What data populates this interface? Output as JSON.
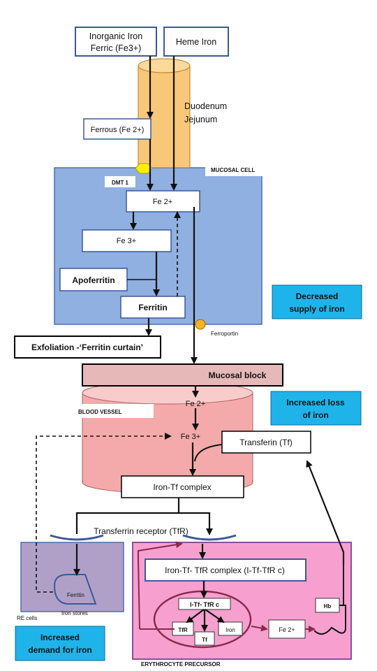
{
  "inputs": {
    "inorganic_line1": "Inorganic Iron",
    "inorganic_line2": "Ferric (Fe3+)",
    "heme": "Heme Iron"
  },
  "duodenum": {
    "line1": "Duodenum",
    "line2": "Jejunum",
    "ferrous": "Ferrous (Fe 2+)"
  },
  "mucosal": {
    "title": "MUCOSAL CELL",
    "dmt1": "DMT 1",
    "fe2": "Fe 2+",
    "fe3": "Fe 3+",
    "apoferritin": "Apoferritin",
    "ferritin": "Ferritin",
    "ferroportin": "Ferroportin",
    "exfoliation": "Exfoliation -‘Ferritin curtain’"
  },
  "callouts": {
    "decreased_supply_line1": "Decreased",
    "decreased_supply_line2": "supply of iron",
    "increased_loss_line1": "Increased loss",
    "increased_loss_line2": "of iron",
    "increased_demand_line1": "Increased",
    "increased_demand_line2": "demand for iron"
  },
  "mucosal_block": "Mucosal block",
  "blood": {
    "title": "BLOOD VESSEL",
    "fe2": "Fe 2+",
    "fe3": "Fe 3+",
    "transferrin": "Transferin (Tf)",
    "iron_tf": "Iron-Tf complex"
  },
  "tfr_label": "Transferrin receptor (TfR)",
  "re": {
    "label": "RE cells",
    "ferritin": "Ferritin",
    "stores": "Iron stores"
  },
  "erythro": {
    "label": "ERYTHROCYTE PRECURSOR",
    "complex": "Iron-Tf- TfR complex (I-Tf-TfR c)",
    "itftfrc": "I-Tf- TfR c",
    "tfr": "TfR",
    "tf": "Tf",
    "iron": "Iron",
    "fe2": "Fe 2+",
    "hb": "Hb"
  },
  "colors": {
    "mucosal_fill": "#8fb0e0",
    "mucosal_stroke": "#4a6fb0",
    "duodenum_fill": "#f9c77a",
    "blood_fill": "#f4aaaa",
    "blood_top": "#f9cccc",
    "block_fill": "#e6b9b8",
    "re_fill": "#b0a0c8",
    "erythro_fill": "#f7a0d0",
    "erythro_stroke": "#8a4f9a",
    "callout_fill": "#1eb4ea",
    "dmt1_fill": "#ffee00",
    "ferroportin_fill": "#f6b128",
    "arrow": "#111111",
    "maroon": "#8b2a4a"
  }
}
